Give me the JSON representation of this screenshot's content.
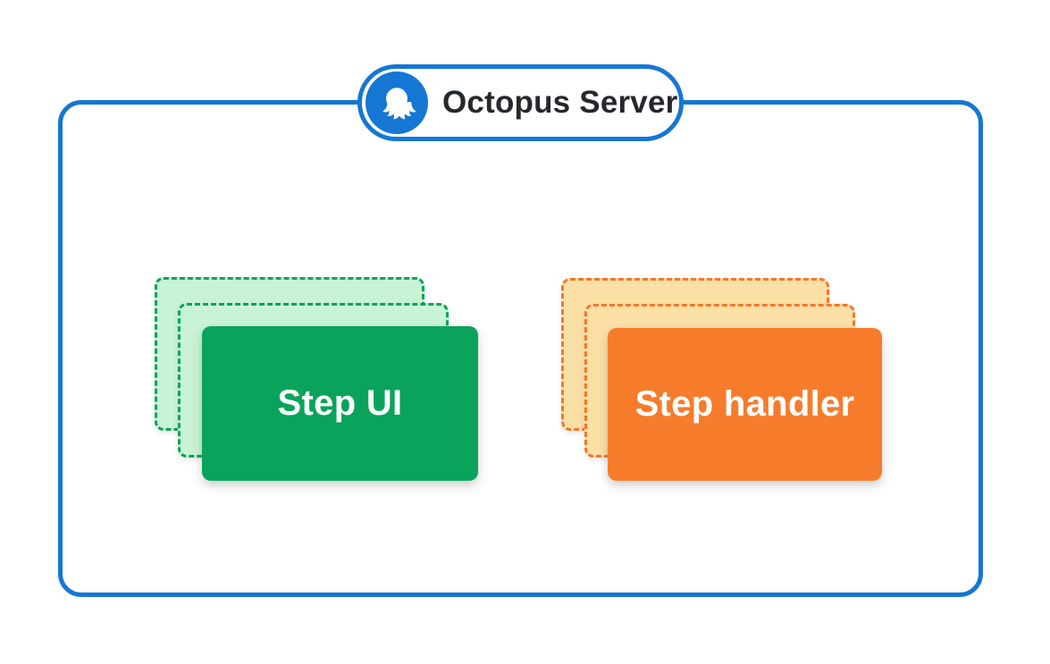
{
  "server": {
    "label": "Octopus Server",
    "icon": "octopus-icon"
  },
  "stacks": [
    {
      "id": "step-ui",
      "label": "Step UI",
      "card_count": 3,
      "color_solid": "#0AA35C",
      "color_light": "#C8F3D5"
    },
    {
      "id": "step-handler",
      "label": "Step handler",
      "card_count": 3,
      "color_solid": "#F67C2C",
      "color_light": "#FBE0A6"
    }
  ],
  "colors": {
    "brand_blue": "#1577D3",
    "title_text": "#25282C",
    "card_text": "#FFFFFF",
    "background": "#FFFFFF"
  }
}
